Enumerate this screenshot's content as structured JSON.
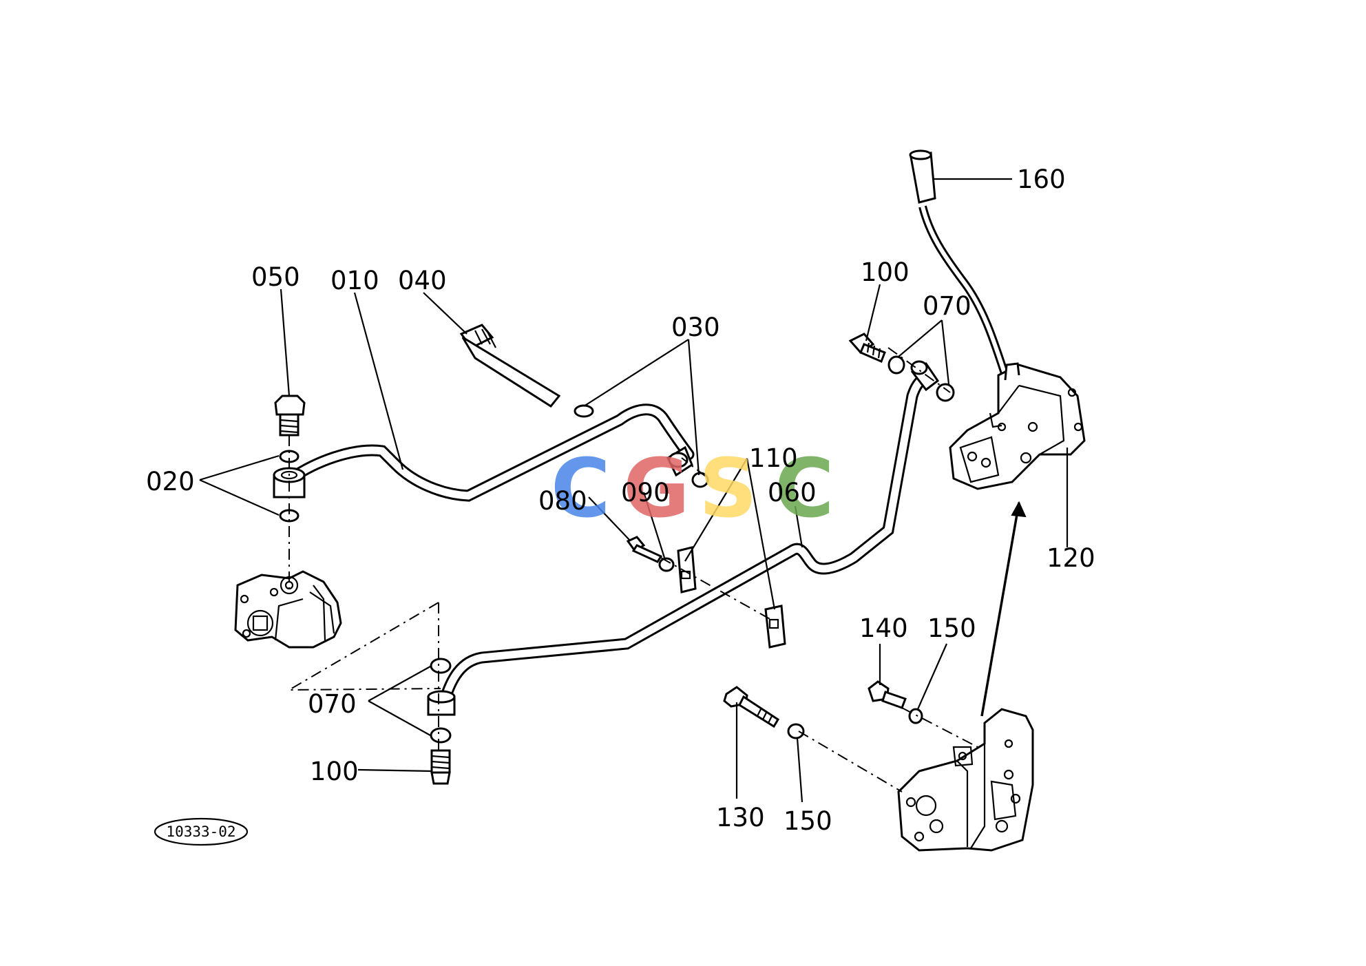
{
  "diagram": {
    "reference_code": "10333-02",
    "callouts": {
      "c050": "050",
      "c010": "010",
      "c040": "040",
      "c030": "030",
      "c020": "020",
      "c080": "080",
      "c090": "090",
      "c110": "110",
      "c060": "060",
      "c070_top": "070",
      "c100_top": "100",
      "c160": "160",
      "c120": "120",
      "c140": "140",
      "c150_top": "150",
      "c070_bottom": "070",
      "c100_bottom": "100",
      "c130": "130",
      "c150_bottom": "150"
    }
  },
  "watermark": {
    "letters": [
      "C",
      "G",
      "S",
      "C"
    ],
    "colors": [
      "#4A86E8",
      "#E06666",
      "#FFD966",
      "#6AA84F"
    ]
  }
}
